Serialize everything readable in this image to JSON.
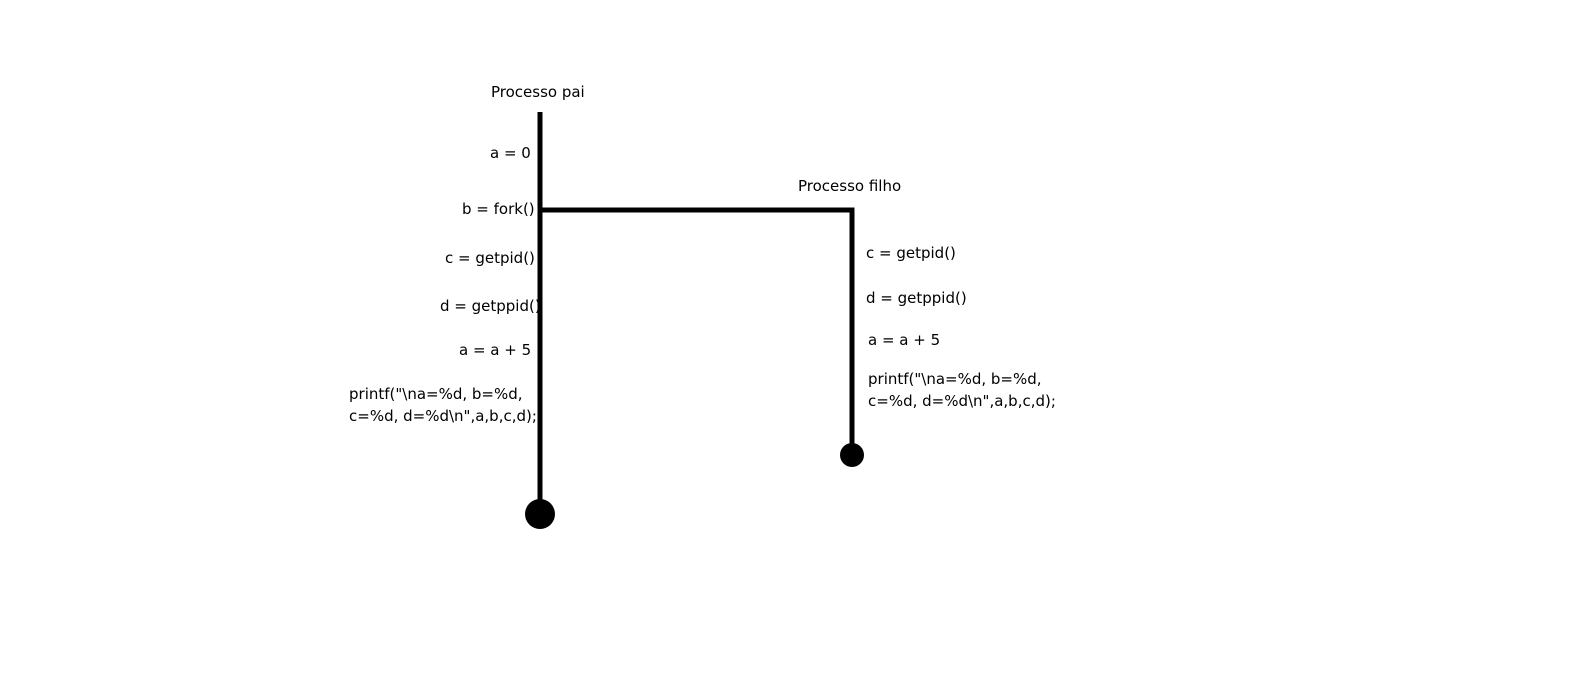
{
  "parent": {
    "title": "Processo pai",
    "steps": [
      "a = 0",
      "b = fork()",
      "c = getpid()",
      "d = getppid()",
      "a = a + 5"
    ],
    "printf_line1": "printf(\"\\na=%d, b=%d,",
    "printf_line2": "c=%d, d=%d\\n\",a,b,c,d);"
  },
  "child": {
    "title": "Processo filho",
    "steps": [
      "c = getpid()",
      "d = getppid()",
      "a = a + 5"
    ],
    "printf_line1": "printf(\"\\na=%d, b=%d,",
    "printf_line2": "c=%d, d=%d\\n\",a,b,c,d);"
  },
  "colors": {
    "line": "#000000",
    "background": "#ffffff"
  }
}
